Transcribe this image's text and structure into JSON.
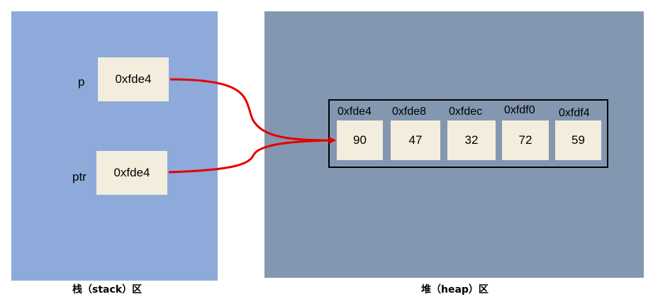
{
  "stack": {
    "caption": "栈（stack）区",
    "vars": [
      {
        "name": "p",
        "value": "0xfde4"
      },
      {
        "name": "ptr",
        "value": "0xfde4"
      }
    ]
  },
  "heap": {
    "caption": "堆（heap）区",
    "array": [
      {
        "address": "0xfde4",
        "value": "90"
      },
      {
        "address": "0xfde8",
        "value": "47"
      },
      {
        "address": "0xfdec",
        "value": "32"
      },
      {
        "address": "0xfdf0",
        "value": "72"
      },
      {
        "address": "0xfdf4",
        "value": "59"
      }
    ]
  },
  "colors": {
    "stack_bg": "#8eaadb",
    "heap_bg": "#8497b0",
    "cell_bg": "#f2eddc",
    "arrow": "#e60000"
  }
}
